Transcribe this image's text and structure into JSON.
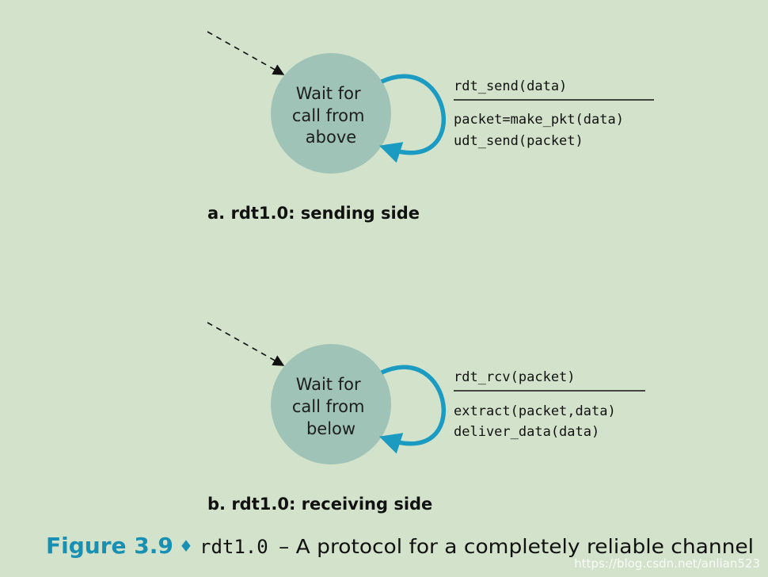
{
  "colors": {
    "background": "#d3e3cb",
    "state_fill": "#9fc3b6",
    "loop_arrow": "#1b9bc2",
    "figure_label": "#1790b4"
  },
  "sender": {
    "state_lines": [
      "Wait for",
      "call from",
      "above"
    ],
    "event": "rdt_send(data)",
    "actions": [
      "packet=make_pkt(data)",
      "udt_send(packet)"
    ],
    "caption": "a. rdt1.0: sending side"
  },
  "receiver": {
    "state_lines": [
      "Wait for",
      "call from",
      "below"
    ],
    "event": "rdt_rcv(packet)",
    "actions": [
      "extract(packet,data)",
      "deliver_data(data)"
    ],
    "caption": "b. rdt1.0: receiving side"
  },
  "figure": {
    "label": "Figure 3.9",
    "separator": "♦",
    "code": "rdt1.0",
    "title": "– A protocol for a completely reliable channel"
  },
  "watermark": "https://blog.csdn.net/anlian523"
}
